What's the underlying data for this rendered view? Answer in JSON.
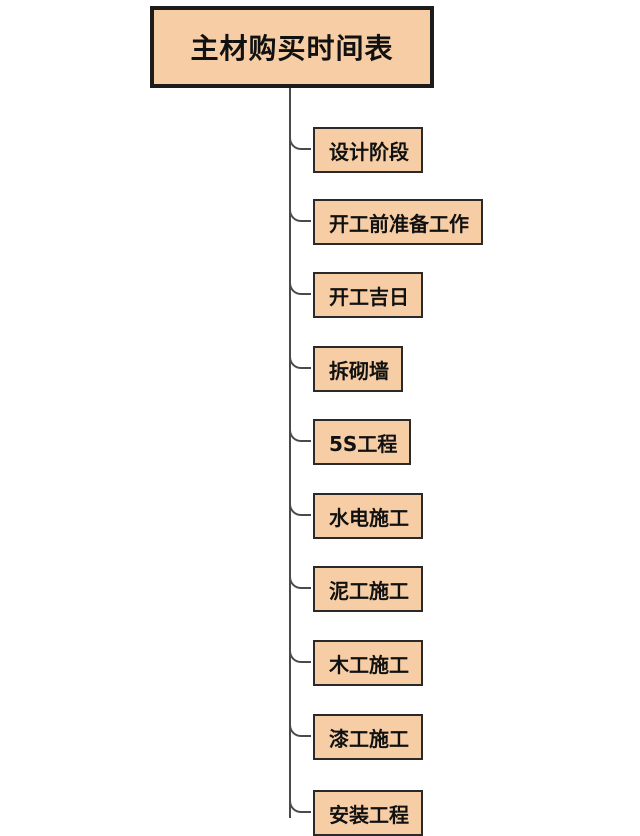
{
  "diagram": {
    "title": "主材购买时间表",
    "items": [
      {
        "label": "设计阶段"
      },
      {
        "label": "开工前准备工作"
      },
      {
        "label": "开工吉日"
      },
      {
        "label": "拆砌墙"
      },
      {
        "label": "5S工程"
      },
      {
        "label": "水电施工"
      },
      {
        "label": "泥工施工"
      },
      {
        "label": "木工施工"
      },
      {
        "label": "漆工施工"
      },
      {
        "label": "安装工程"
      }
    ]
  },
  "colors": {
    "node_fill": "#f6cda4",
    "node_border": "#1c1c1c",
    "connector": "#4a4a4a"
  }
}
